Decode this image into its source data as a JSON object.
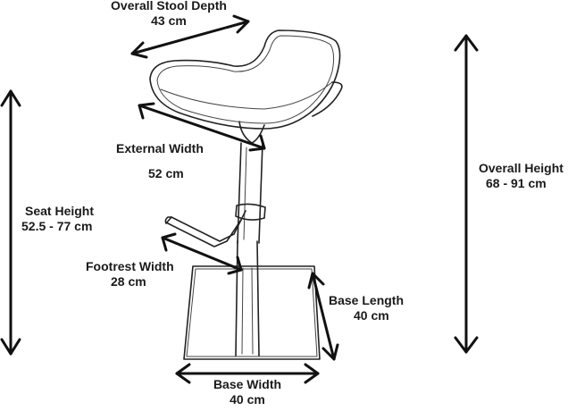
{
  "dimensions": {
    "overall_stool_depth": {
      "label": "Overall Stool Depth",
      "value": "43 cm"
    },
    "external_width": {
      "label": "External Width",
      "value": "52 cm"
    },
    "overall_height": {
      "label": "Overall Height",
      "value": "68 - 91 cm"
    },
    "seat_height": {
      "label": "Seat Height",
      "value": "52.5 - 77 cm"
    },
    "footrest_width": {
      "label": "Footrest Width",
      "value": "28 cm"
    },
    "base_length": {
      "label": "Base Length",
      "value": "40 cm"
    },
    "base_width": {
      "label": "Base Width",
      "value": "40 cm"
    }
  }
}
